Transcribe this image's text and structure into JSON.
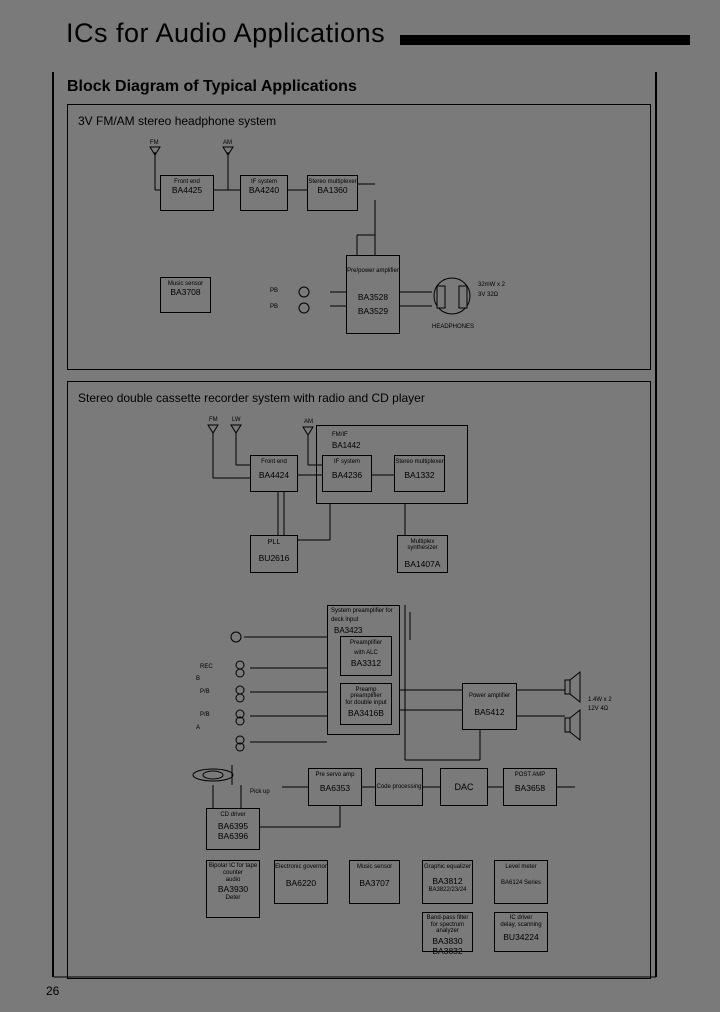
{
  "header": {
    "title": "ICs for Audio Applications"
  },
  "section_heading": "Block Diagram of Typical Applications",
  "panel1": {
    "title": "3V FM/AM stereo headphone system",
    "antennas": {
      "fm": "FM",
      "am": "AM"
    },
    "blocks": {
      "frontend": {
        "label": "Front end",
        "ic": "BA4425"
      },
      "ifsystem": {
        "label": "IF system",
        "ic": "BA4240"
      },
      "stereo": {
        "label": "Stereo multiplexer",
        "ic": "BA1360"
      },
      "music": {
        "label": "Music sensor",
        "ic": "BA3708"
      },
      "power": {
        "label": "Pre/power amplifier",
        "ic1": "BA3528",
        "ic2": "BA3529"
      }
    },
    "heads": {
      "a": "PB",
      "b": "PB"
    },
    "speaker": {
      "spec1": "32mW x 2",
      "spec2": "3V 32Ω",
      "label": "HEADPHONES"
    }
  },
  "panel2": {
    "title": "Stereo double cassette recorder system with radio and CD player",
    "antennas": {
      "fm": "FM",
      "lw": "LW",
      "am": "AM"
    },
    "blocks": {
      "frontend": {
        "label": "Front end",
        "ic": "BA4424"
      },
      "fmif": {
        "label": "FM/IF",
        "ic": "BA1442"
      },
      "ifsystem": {
        "label": "IF system",
        "ic": "BA4236"
      },
      "stereo": {
        "label": "Stereo multiplexer",
        "ic": "BA1332"
      },
      "pll": {
        "label": "PLL",
        "ic": "BU2616"
      },
      "mpx": {
        "label": "Multiplex synthesizer",
        "ic": "BA1407A"
      },
      "sysamp": {
        "label1": "System preamplifier for",
        "label2": "deck input",
        "ic": "BA3423"
      },
      "preamp": {
        "label1": "Preamplifier",
        "label2": "with ALC",
        "ic": "BA3312"
      },
      "prevamp": {
        "label1": "Preamp preamplifier",
        "label2": "for double input",
        "ic": "BA3416B"
      },
      "poweramp": {
        "label": "Power amplifier",
        "ic": "BA5412"
      },
      "preservo": {
        "label": "Pre servo amp",
        "ic": "BA6353"
      },
      "cdproc": {
        "label": "Code processing"
      },
      "dac": {
        "label": "DAC"
      },
      "postamp": {
        "label": "POST AMP",
        "ic": "BA3658"
      },
      "cddriver": {
        "label": "CD driver",
        "ic1": "BA6395",
        "ic2": "BA6396"
      },
      "tape": {
        "label1": "Bipolar IC for tape",
        "label2": "counter",
        "label3": "audio",
        "ic": "BA3930",
        "label4": "Deter"
      },
      "eleccover": {
        "label": "Electronic governor",
        "ic": "BA6220"
      },
      "musicsensor": {
        "label": "Music sensor",
        "ic": "BA3707"
      },
      "graphic": {
        "label": "Graphic equalizer",
        "ic1": "BA3812",
        "ic2": "BA3822/23/24"
      },
      "level": {
        "label": "Level meter",
        "ic": "BA6124 Series"
      },
      "bandpass": {
        "label1": "Band-pass filter",
        "label2": "for spectrum analyzer",
        "ic1": "BA3830",
        "ic2": "BA3832"
      },
      "ic_driver": {
        "label1": "IC driver",
        "label2": "delay, scanning",
        "ic": "BU34224"
      }
    },
    "heads": {
      "rec": "REC",
      "pb": "P/B",
      "pb2": "P/B"
    },
    "channel_labels": {
      "b": "B",
      "a": "A"
    },
    "pickup": "Pick up",
    "speaker_spec1": "1.4W x 2",
    "speaker_spec2": "12V 4Ω"
  },
  "page_number": "26"
}
